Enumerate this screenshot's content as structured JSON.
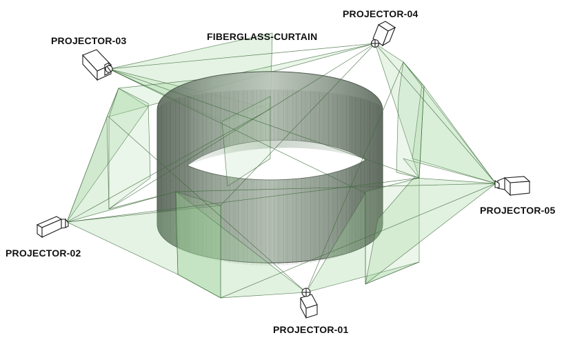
{
  "labels": {
    "curtain": "FIBERGLASS-CURTAIN",
    "projector_01": "PROJECTOR-01",
    "projector_02": "PROJECTOR-02",
    "projector_03": "PROJECTOR-03",
    "projector_04": "PROJECTOR-04",
    "projector_05": "PROJECTOR-05"
  },
  "colors": {
    "beam_fill": "#9fd49a",
    "beam_stroke": "#3f6b3c",
    "curtain_fill": "#a7b3a6",
    "curtain_line": "#3a443a",
    "projector_stroke": "#1a1a1a",
    "label_text": "#111111"
  },
  "icons": {
    "projector": "video-projector-icon",
    "curtain": "cylindrical-curtain-icon"
  }
}
